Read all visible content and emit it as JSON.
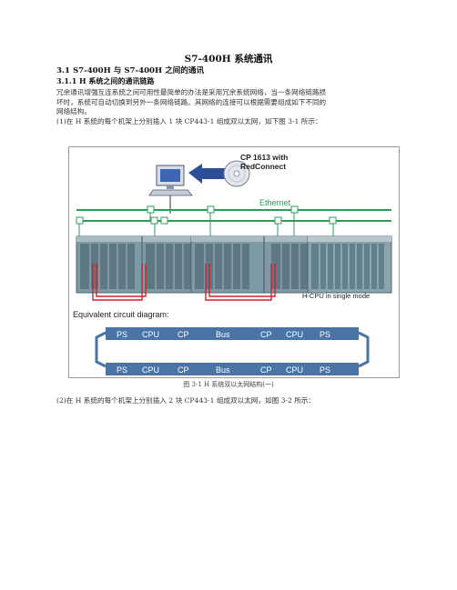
{
  "doc": {
    "title": "S7-400H 系统通讯",
    "section": "3.1 S7-400H 与 S7-400H 之间的通讯",
    "subsection": "3.1.1 H 系统之间的通讯链路",
    "para1_lines": [
      "冗余通讯增强互连系统之间可用性最简单的办法是采用冗余系统网络，当一条网络链路损",
      "坏时，系统可自动切换到另外一条网络链路。其网络的连接可以根据需要组成如下不同的",
      "网络结构。"
    ],
    "para_item1": "(1)在 H 系统的每个机架上分别插入 1 块 CP443-1 组成双以太网，如下图 3-1 所示：",
    "figure_caption": "图 3-1  H 系统双以太网结构(一)",
    "para_item2": "(2)在 H 系统的每个机架上分别插入 2 块 CP443-1 组成双以太网，如图 3-2 所示："
  },
  "figure": {
    "cp_label_line1": "CP 1613 with",
    "cp_label_line2": "RedConnect",
    "ethernet_label": "Ethernet",
    "hcpu_label": "H-CPU in single mode",
    "equiv_label": "Equivalent circuit diagram:",
    "circuit_row1": [
      "PS",
      "CPU",
      "CP",
      "Bus",
      "CP",
      "CPU",
      "PS"
    ],
    "circuit_row2": [
      "PS",
      "CPU",
      "CP",
      "Bus",
      "CP",
      "CPU",
      "PS"
    ],
    "colors": {
      "ethernet_green": "#2e9d5a",
      "circuit_blue": "#4a73a6",
      "red_link": "#d4212a",
      "arrow_blue": "#2d4f97",
      "rack_teal": "#6f8f9c"
    }
  }
}
